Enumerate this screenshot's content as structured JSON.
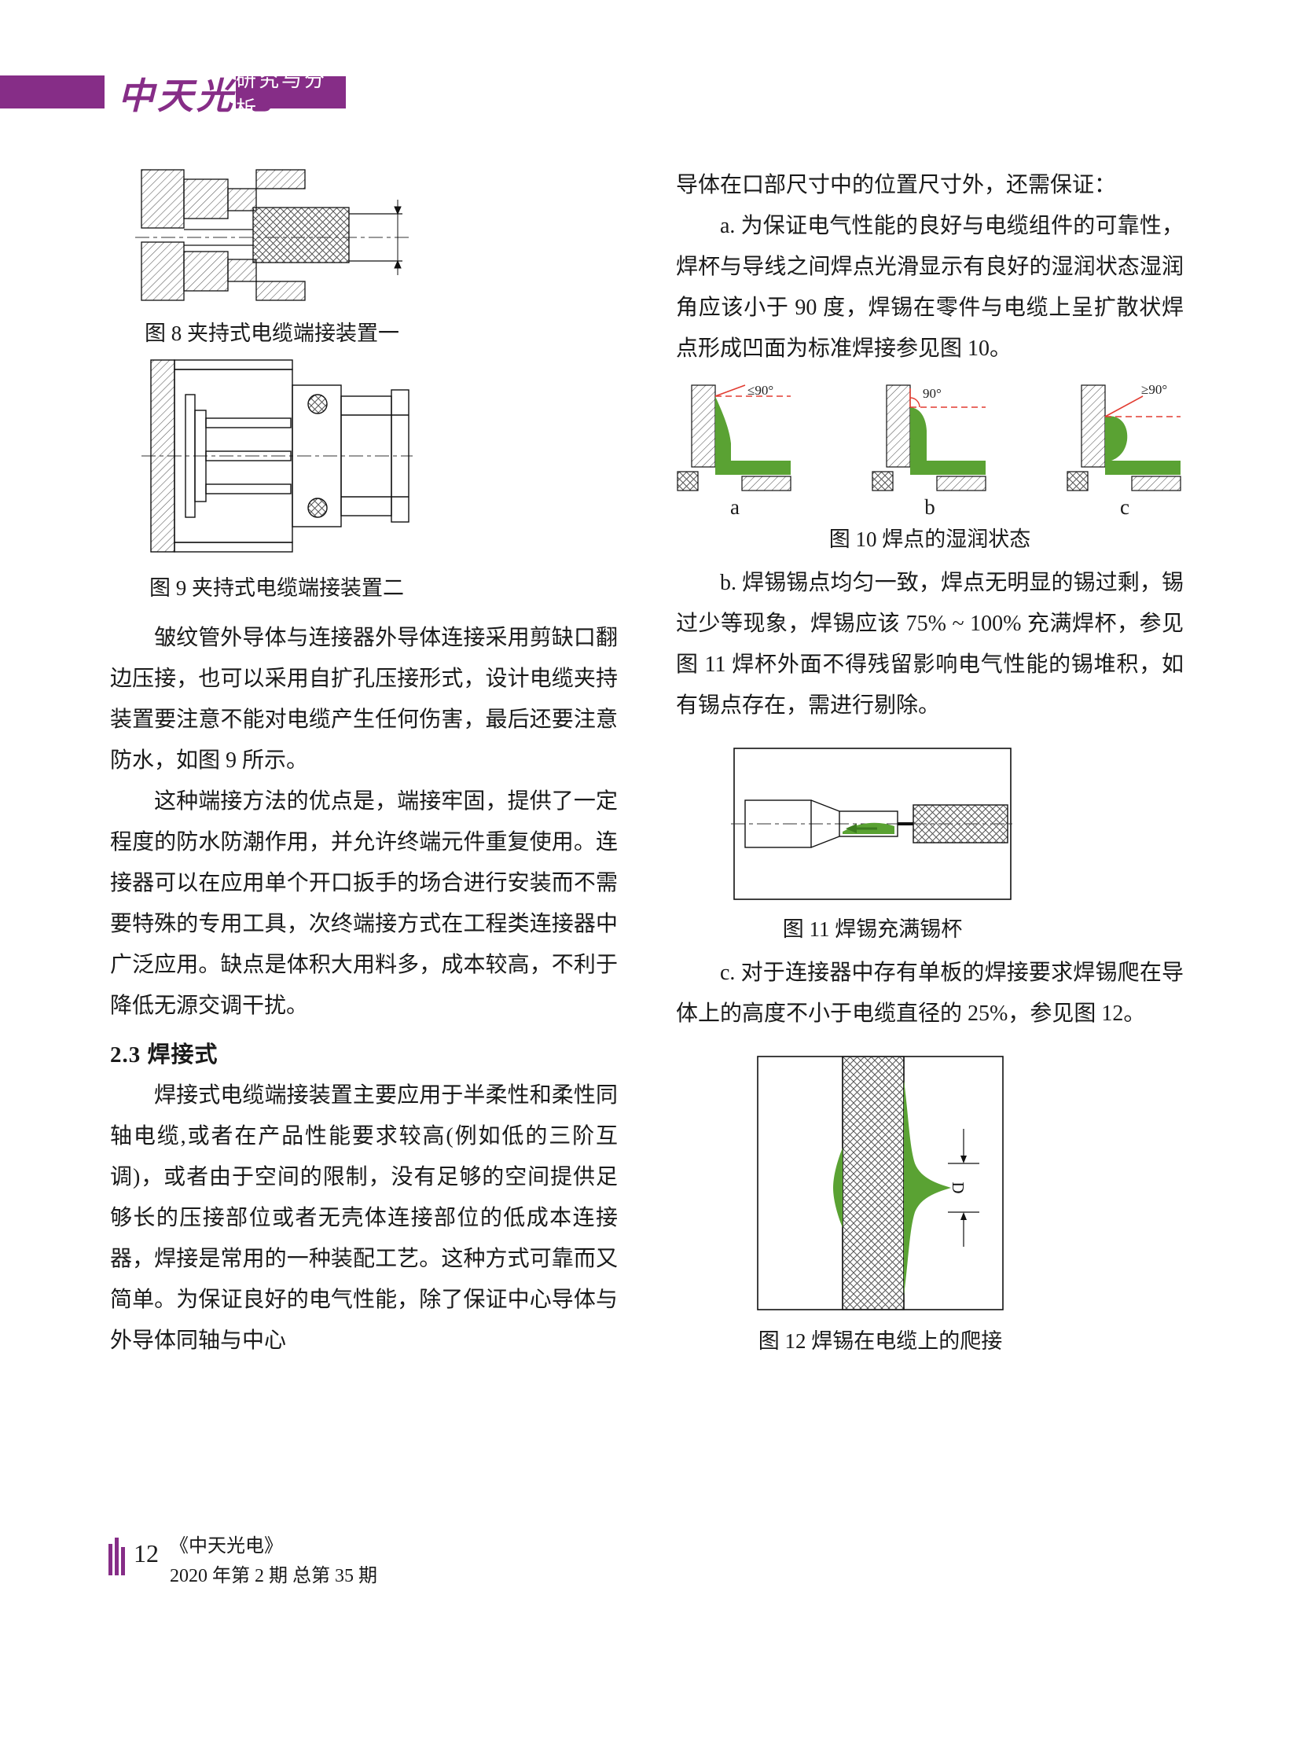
{
  "colors": {
    "accent_purple": "#862d87",
    "solder_green": "#5aa233",
    "annotation_red": "#e23c31"
  },
  "header": {
    "logo_text": "中天光电",
    "section_badge": "研究与分析"
  },
  "left_column": {
    "figure8_caption": "图 8 夹持式电缆端接装置一",
    "figure9_caption": "图 9 夹持式电缆端接装置二",
    "paragraph1": "皱纹管外导体与连接器外导体连接采用剪缺口翻边压接，也可以采用自扩孔压接形式，设计电缆夹持装置要注意不能对电缆产生任何伤害，最后还要注意防水，如图 9 所示。",
    "paragraph2": "这种端接方法的优点是，端接牢固，提供了一定程度的防水防潮作用，并允许终端元件重复使用。连接器可以在应用单个开口扳手的场合进行安装而不需要特殊的专用工具，次终端接方式在工程类连接器中广泛应用。缺点是体积大用料多，成本较高，不利于降低无源交调干扰。",
    "section_heading": "2.3 焊接式",
    "paragraph3": "焊接式电缆端接装置主要应用于半柔性和柔性同轴电缆,或者在产品性能要求较高(例如低的三阶互调)，或者由于空间的限制，没有足够的空间提供足够长的压接部位或者无壳体连接部位的低成本连接器，焊接是常用的一种装配工艺。这种方式可靠而又简单。为保证良好的电气性能，除了保证中心导体与外导体同轴与中心"
  },
  "right_column": {
    "intro_line": "导体在口部尺寸中的位置尺寸外，还需保证：",
    "item_a": "a. 为保证电气性能的良好与电缆组件的可靠性，焊杯与导线之间焊点光滑显示有良好的湿润状态湿润角应该小于 90 度，焊锡在零件与电缆上呈扩散状焊点形成凹面为标准焊接参见图 10。",
    "figure10": {
      "caption": "图 10 焊点的湿润状态",
      "subfigures": [
        {
          "label": "a",
          "angle": "≤90°"
        },
        {
          "label": "b",
          "angle": "90°"
        },
        {
          "label": "c",
          "angle": "≥90°"
        }
      ]
    },
    "item_b": "b. 焊锡锡点均匀一致，焊点无明显的锡过剩，锡过少等现象，焊锡应该 75% ~ 100% 充满焊杯，参见图 11 焊杯外面不得残留影响电气性能的锡堆积，如有锡点存在，需进行剔除。",
    "figure11_caption": "图 11 焊锡充满锡杯",
    "item_c": "c. 对于连接器中存有单板的焊接要求焊锡爬在导体上的高度不小于电缆直径的 25%，参见图 12。",
    "figure12": {
      "caption": "图 12 焊锡在电缆上的爬接",
      "dimension_label": "D"
    }
  },
  "footer": {
    "page_number": "12",
    "journal_name": "《中天光电》",
    "issue_info": "2020 年第 2 期 总第 35 期"
  }
}
